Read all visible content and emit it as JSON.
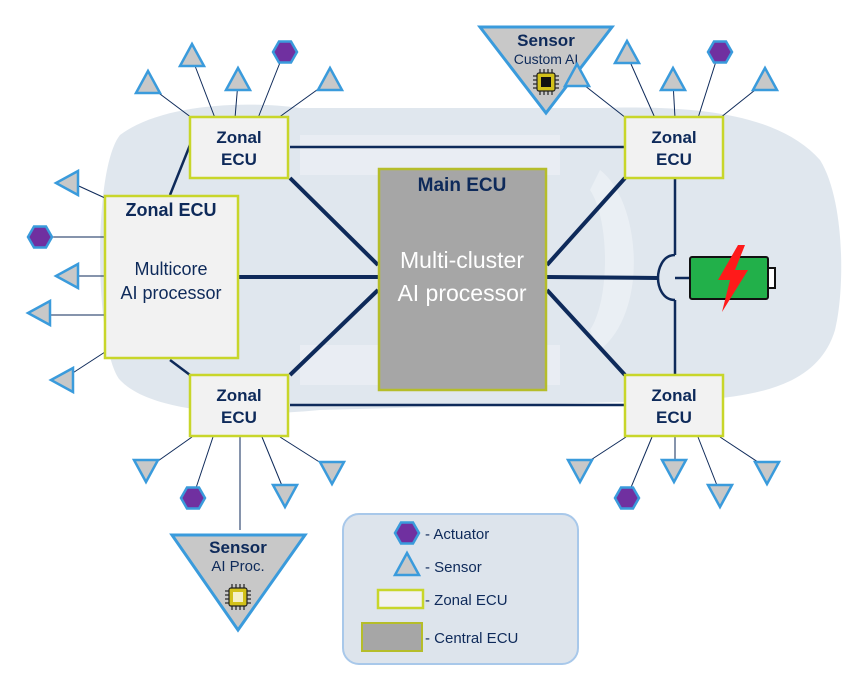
{
  "diagram": {
    "main_ecu": {
      "title": "Main ECU",
      "line1": "Multi-cluster",
      "line2": "AI processor"
    },
    "zonal_big": {
      "title": "Zonal ECU",
      "line1": "Multicore",
      "line2": "AI processor"
    },
    "zonal_small": {
      "line1": "Zonal",
      "line2": "ECU"
    },
    "sensor_top": {
      "title": "Sensor",
      "subtitle": "Custom AI"
    },
    "sensor_bottom": {
      "title": "Sensor",
      "subtitle": "AI Proc."
    },
    "legend": {
      "actuator": "- Actuator",
      "sensor": "- Sensor",
      "zonal": "- Zonal ECU",
      "central": "- Central ECU"
    }
  },
  "colors": {
    "link": "#0e2a5a",
    "zonal_border": "#c8d62a",
    "zonal_fill": "#f2f2f2",
    "central_fill": "#a6a6a6",
    "sensor_stroke": "#3a9bdc",
    "sensor_fill": "#c8c8c8",
    "actuator_fill": "#7030a0",
    "battery": "#22b04a",
    "bolt": "#ff1a1a",
    "car_body": "#dbe3ec"
  }
}
